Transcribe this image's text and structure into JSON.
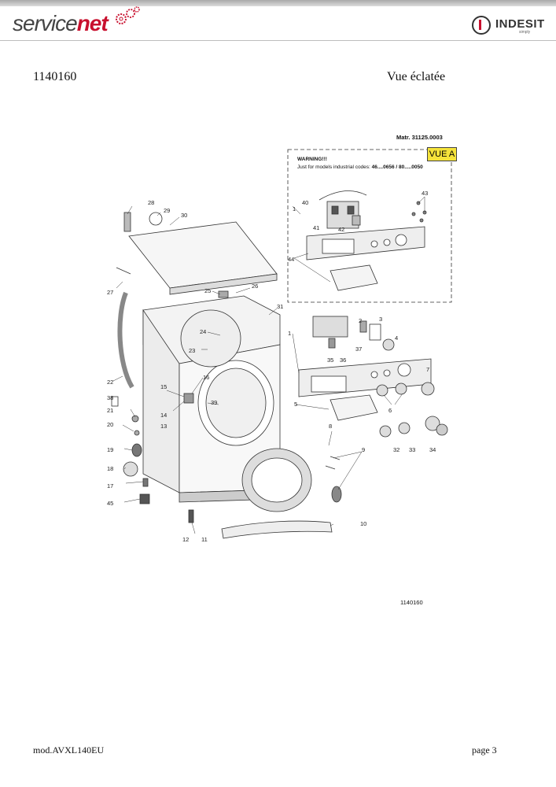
{
  "header": {
    "logo_left": {
      "prefix": "service",
      "highlight": "net"
    },
    "logo_right": {
      "word": "INDESIT",
      "tagline": "simply"
    }
  },
  "document": {
    "number": "1140160",
    "title": "Vue éclatée"
  },
  "diagram": {
    "matricule": "Matr. 31125.0003",
    "view_label": "VUE A",
    "warning_title": "WARNING!!!",
    "warning_text": "Just for models industrial codes: ",
    "warning_codes": "46....0656 / 80.....0050",
    "drawing_code": "1140160",
    "callouts": [
      "28",
      "29",
      "30",
      "26",
      "25",
      "27",
      "31",
      "24",
      "23",
      "22",
      "38",
      "21",
      "20",
      "19",
      "18",
      "17",
      "45",
      "16",
      "15",
      "14",
      "13",
      "39",
      "12",
      "11",
      "10",
      "9",
      "8",
      "1",
      "2",
      "3",
      "4",
      "5",
      "6",
      "7",
      "35",
      "36",
      "37",
      "32",
      "33",
      "34",
      "40",
      "41",
      "42",
      "43",
      "44",
      "1"
    ]
  },
  "footer": {
    "model": "mod.AVXL140EU",
    "page": "page 3"
  }
}
